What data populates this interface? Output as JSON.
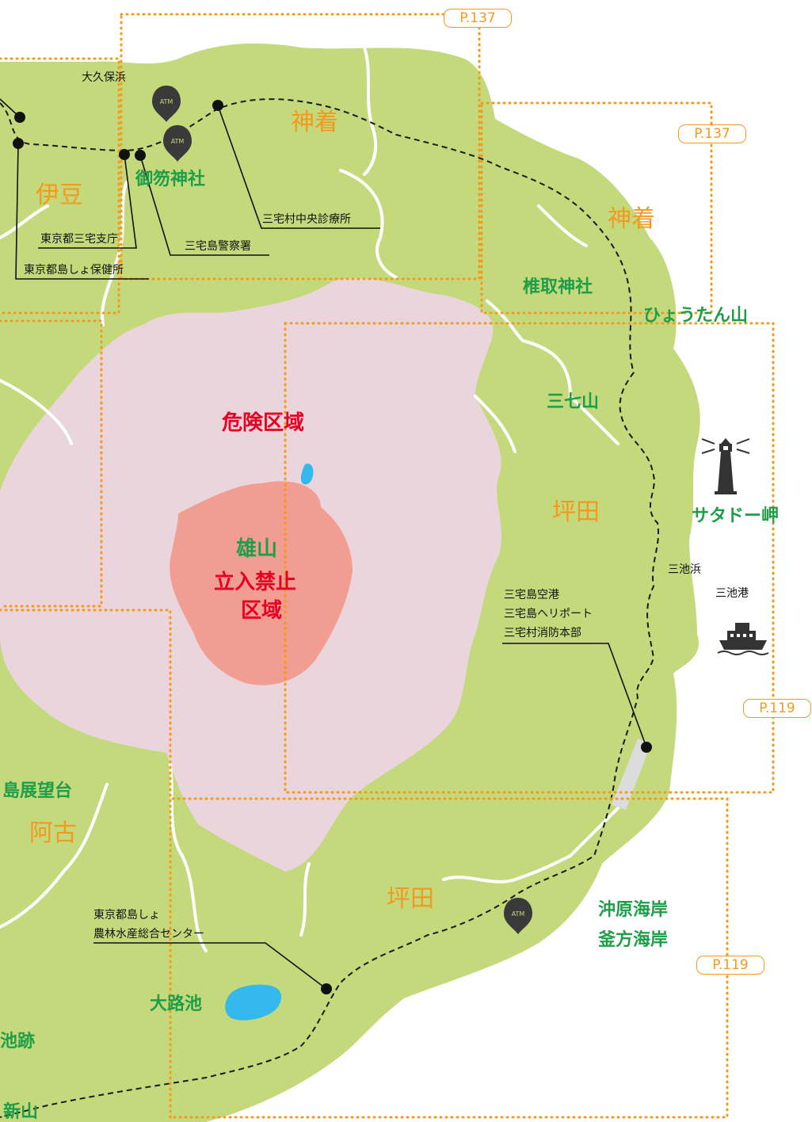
{
  "districts": {
    "izu": "伊豆",
    "kamitsuki_1": "神着",
    "kamitsuki_2": "神着",
    "tsubota_1": "坪田",
    "tsubota_2": "坪田",
    "ako": "阿古"
  },
  "places": {
    "miyagami_shrine": "御笏神社",
    "shiidori_shrine": "椎取神社",
    "hyoutanyama": "ひょうたん山",
    "sanshichiyama": "三七山",
    "satado_cape": "サタドー岬",
    "oyama": "雄山",
    "okihara_coast": "沖原海岸",
    "kamagata_coast": "釜方海岸",
    "tairoike": "大路池",
    "island_observatory": "島展望台",
    "ike_ruins": "池跡",
    "shinzan": "新山"
  },
  "danger": {
    "zone": "危険区域",
    "restricted_line1": "立入禁止",
    "restricted_line2": "区域"
  },
  "facilities": {
    "okubohama": "大久保浜",
    "clinic": "三宅村中央診療所",
    "branch_office": "東京都三宅支庁",
    "police": "三宅島警察署",
    "health_center": "東京都島しょ保健所",
    "airport": "三宅島空港",
    "heliport": "三宅島ヘリポート",
    "fire_hq": "三宅村消防本部",
    "miikehama": "三池浜",
    "miike_port": "三池港",
    "agri_center_1": "東京都島しょ",
    "agri_center_2": "農林水産総合センター"
  },
  "page_refs": [
    "P.137",
    "P.137",
    "P.119",
    "P.119"
  ],
  "icons": {
    "atm": "atm-pin-icon",
    "lighthouse": "lighthouse-icon",
    "ferry": "ferry-ship-icon",
    "atm_text": "ATM"
  },
  "colors": {
    "land": "#c4d97c",
    "danger_zone": "#ead5dd",
    "restricted_zone": "#f29d91",
    "road": "#ffffff",
    "district_text": "#f39a1e",
    "place_text": "#1f9e49",
    "danger_text": "#e60021",
    "page_frame": "#f39a1e",
    "pond": "#35b8ec",
    "runway": "#dcdcdc"
  }
}
